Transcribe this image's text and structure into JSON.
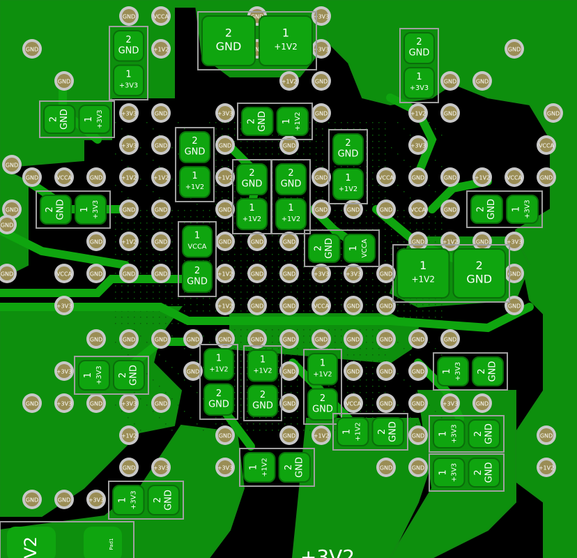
{
  "view": {
    "background": "#000000",
    "copper": "#0d8f0d",
    "copper_edge": "#118a11",
    "pad": "#0fa50f",
    "via_ring": "#c8c8c8",
    "via_hole": "#bfae6a",
    "silk": "#a0a0a0"
  },
  "vias": [
    {
      "label": "VCCA"
    },
    {
      "label": "GND"
    },
    {
      "label": "GND"
    },
    {
      "label": "+3V3"
    },
    {
      "label": "GND"
    },
    {
      "label": "+1V2"
    },
    {
      "label": "GND"
    },
    {
      "label": "+3V3"
    },
    {
      "label": "GND"
    },
    {
      "label": "+1V2"
    },
    {
      "label": "GND"
    },
    {
      "label": "GND"
    },
    {
      "label": "+3V3"
    },
    {
      "label": "GND"
    },
    {
      "label": "GND"
    },
    {
      "label": "+3V3"
    },
    {
      "label": "+3V3"
    },
    {
      "label": "GND"
    },
    {
      "label": "GND"
    },
    {
      "label": "+1V2"
    },
    {
      "label": "GND"
    },
    {
      "label": "GND"
    },
    {
      "label": "+3V3"
    },
    {
      "label": "GND"
    },
    {
      "label": "GND"
    },
    {
      "label": "GND"
    },
    {
      "label": "+3V3"
    },
    {
      "label": "VCCA"
    },
    {
      "label": "GND"
    },
    {
      "label": "GND"
    },
    {
      "label": "VCCA"
    },
    {
      "label": "GND"
    },
    {
      "label": "+1V2"
    },
    {
      "label": "+1V2"
    },
    {
      "label": "+1V2"
    },
    {
      "label": "GND"
    },
    {
      "label": "VCCA"
    },
    {
      "label": "GND"
    },
    {
      "label": "GND"
    },
    {
      "label": "+1V2"
    },
    {
      "label": "VCCA"
    },
    {
      "label": "GND"
    },
    {
      "label": "GND"
    },
    {
      "label": "GND"
    },
    {
      "label": "GND"
    },
    {
      "label": "GND"
    },
    {
      "label": "GND"
    },
    {
      "label": "GND"
    },
    {
      "label": "GND"
    },
    {
      "label": "VCCA"
    },
    {
      "label": "GND"
    },
    {
      "label": "GND"
    },
    {
      "label": "+1V2"
    },
    {
      "label": "GND"
    },
    {
      "label": "GND"
    },
    {
      "label": "GND"
    },
    {
      "label": "GND"
    },
    {
      "label": "GND"
    },
    {
      "label": "+1V2"
    },
    {
      "label": "GND"
    },
    {
      "label": "+3V3"
    },
    {
      "label": "GND"
    },
    {
      "label": "VCCA"
    },
    {
      "label": "GND"
    },
    {
      "label": "GND"
    },
    {
      "label": "GND"
    },
    {
      "label": "+1V2"
    },
    {
      "label": "GND"
    },
    {
      "label": "GND"
    },
    {
      "label": "+3V3"
    },
    {
      "label": "+3V3"
    },
    {
      "label": "GND"
    },
    {
      "label": "GND"
    },
    {
      "label": "+1V2"
    },
    {
      "label": "GND"
    },
    {
      "label": "GND"
    },
    {
      "label": "VCCA"
    },
    {
      "label": "GND"
    },
    {
      "label": "GND"
    },
    {
      "label": "GND"
    },
    {
      "label": "+3V3"
    },
    {
      "label": "GND"
    },
    {
      "label": "GND"
    },
    {
      "label": "GND"
    },
    {
      "label": "GND"
    },
    {
      "label": "GND"
    },
    {
      "label": "GND"
    },
    {
      "label": "GND"
    },
    {
      "label": "GND"
    },
    {
      "label": "GND"
    },
    {
      "label": "GND"
    },
    {
      "label": "GND"
    },
    {
      "label": "GND"
    },
    {
      "label": "GND"
    },
    {
      "label": "+3V3"
    },
    {
      "label": "GND"
    },
    {
      "label": "GND"
    },
    {
      "label": "GND"
    },
    {
      "label": "GND"
    },
    {
      "label": "GND"
    },
    {
      "label": "GND"
    },
    {
      "label": "+3V3"
    },
    {
      "label": "GND"
    },
    {
      "label": "+3V3"
    },
    {
      "label": "GND"
    },
    {
      "label": "GND"
    },
    {
      "label": "VCCA"
    },
    {
      "label": "GND"
    },
    {
      "label": "GND"
    },
    {
      "label": "+3V3"
    },
    {
      "label": "GND"
    },
    {
      "label": "+1V2"
    },
    {
      "label": "GND"
    },
    {
      "label": "GND"
    },
    {
      "label": "+1V2"
    },
    {
      "label": "GND"
    },
    {
      "label": "GND"
    },
    {
      "label": "GND"
    },
    {
      "label": "+3V3"
    },
    {
      "label": "+3V3"
    },
    {
      "label": "GND"
    },
    {
      "label": "GND"
    },
    {
      "label": "+1V2"
    },
    {
      "label": "GND"
    },
    {
      "label": "GND"
    },
    {
      "label": "+3V3"
    }
  ],
  "components": [
    {
      "pads": [
        {
          "num": "2",
          "net": "GND"
        },
        {
          "num": "1",
          "net": "+1V2"
        }
      ]
    },
    {
      "pads": [
        {
          "num": "2",
          "net": "GND"
        },
        {
          "num": "1",
          "net": "+3V3"
        }
      ]
    },
    {
      "pads": [
        {
          "num": "2",
          "net": "GND"
        },
        {
          "num": "1",
          "net": "+3V3"
        }
      ]
    },
    {
      "pads": [
        {
          "num": "2",
          "net": "GND"
        },
        {
          "num": "1",
          "net": "+3V3"
        }
      ]
    },
    {
      "pads": [
        {
          "num": "2",
          "net": "GND"
        },
        {
          "num": "1",
          "net": "+1V2"
        }
      ]
    },
    {
      "pads": [
        {
          "num": "2",
          "net": "GND"
        },
        {
          "num": "1",
          "net": "+1V2"
        }
      ]
    },
    {
      "pads": [
        {
          "num": "2",
          "net": "GND"
        },
        {
          "num": "1",
          "net": "+1V2"
        }
      ]
    },
    {
      "pads": [
        {
          "num": "2",
          "net": "GND"
        },
        {
          "num": "1",
          "net": "+1V2"
        }
      ]
    },
    {
      "pads": [
        {
          "num": "2",
          "net": "GND"
        },
        {
          "num": "1",
          "net": "+1V2"
        }
      ]
    },
    {
      "pads": [
        {
          "num": "2",
          "net": "GND"
        },
        {
          "num": "1",
          "net": "+3V3"
        }
      ]
    },
    {
      "pads": [
        {
          "num": "2",
          "net": "GND"
        },
        {
          "num": "1",
          "net": "+3V3"
        }
      ]
    },
    {
      "pads": [
        {
          "num": "1",
          "net": "VCCA"
        },
        {
          "num": "2",
          "net": "GND"
        }
      ]
    },
    {
      "pads": [
        {
          "num": "2",
          "net": "GND"
        },
        {
          "num": "1",
          "net": "VCCA"
        }
      ]
    },
    {
      "pads": [
        {
          "num": "1",
          "net": "+1V2"
        },
        {
          "num": "2",
          "net": "GND"
        }
      ]
    },
    {
      "pads": [
        {
          "num": "1",
          "net": "+3V3"
        },
        {
          "num": "2",
          "net": "GND"
        }
      ]
    },
    {
      "pads": [
        {
          "num": "1",
          "net": "+1V2"
        },
        {
          "num": "2",
          "net": "GND"
        }
      ]
    },
    {
      "pads": [
        {
          "num": "1",
          "net": "+1V2"
        },
        {
          "num": "2",
          "net": "GND"
        }
      ]
    },
    {
      "pads": [
        {
          "num": "1",
          "net": "+1V2"
        },
        {
          "num": "2",
          "net": "GND"
        }
      ]
    },
    {
      "pads": [
        {
          "num": "1",
          "net": "+3V3"
        },
        {
          "num": "2",
          "net": "GND"
        }
      ]
    },
    {
      "pads": [
        {
          "num": "1",
          "net": "+1V2"
        },
        {
          "num": "2",
          "net": "GND"
        }
      ]
    },
    {
      "pads": [
        {
          "num": "1",
          "net": "+3V3"
        },
        {
          "num": "2",
          "net": "GND"
        }
      ]
    },
    {
      "pads": [
        {
          "num": "1",
          "net": "+1V2"
        },
        {
          "num": "2",
          "net": "GND"
        }
      ]
    },
    {
      "pads": [
        {
          "num": "1",
          "net": "+3V3"
        },
        {
          "num": "2",
          "net": "GND"
        }
      ]
    },
    {
      "pads": [
        {
          "num": "1",
          "net": "+3V3"
        },
        {
          "num": "2",
          "net": "GND"
        }
      ]
    }
  ],
  "net_labels": {
    "bottom": "+3V2",
    "bottom_left_pad": "V2",
    "pad1": "Pad1"
  }
}
